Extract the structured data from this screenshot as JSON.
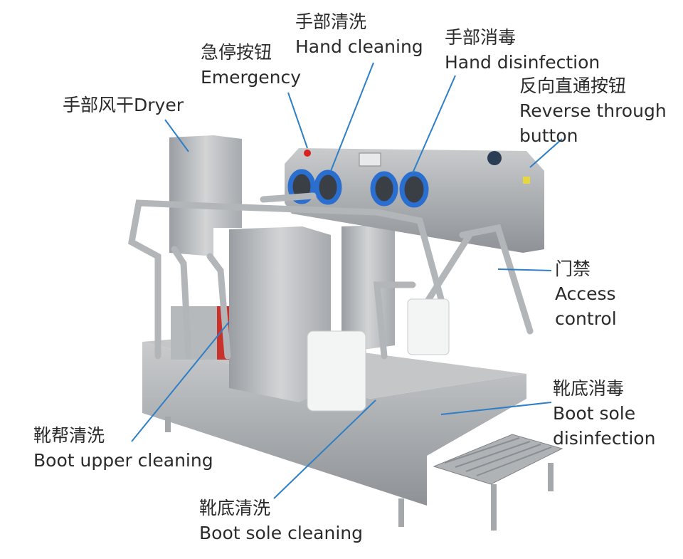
{
  "labels": {
    "dryer": {
      "zh": "手部风干",
      "en": "Dryer"
    },
    "emergency": {
      "zh": "急停按钮",
      "en": "Emergency"
    },
    "hand_cleaning": {
      "zh": "手部清洗",
      "en": "Hand cleaning"
    },
    "hand_disinfection": {
      "zh": "手部消毒",
      "en": "Hand disinfection"
    },
    "reverse": {
      "zh": "反向直通按钮",
      "en1": "Reverse through",
      "en2": "button"
    },
    "access": {
      "zh": "门禁",
      "en1": "Access",
      "en2": "control"
    },
    "boot_sole_disinfection": {
      "zh": "靴底消毒",
      "en1": "Boot sole",
      "en2": "disinfection"
    },
    "boot_upper": {
      "zh": "靴帮清洗",
      "en": "Boot upper cleaning"
    },
    "boot_sole_cleaning": {
      "zh": "靴底清洗",
      "en": "Boot sole cleaning"
    }
  },
  "colors": {
    "leader_line": "#2e7fc6",
    "steel": "#b9bcbf",
    "ring": "#2a6fd0"
  }
}
